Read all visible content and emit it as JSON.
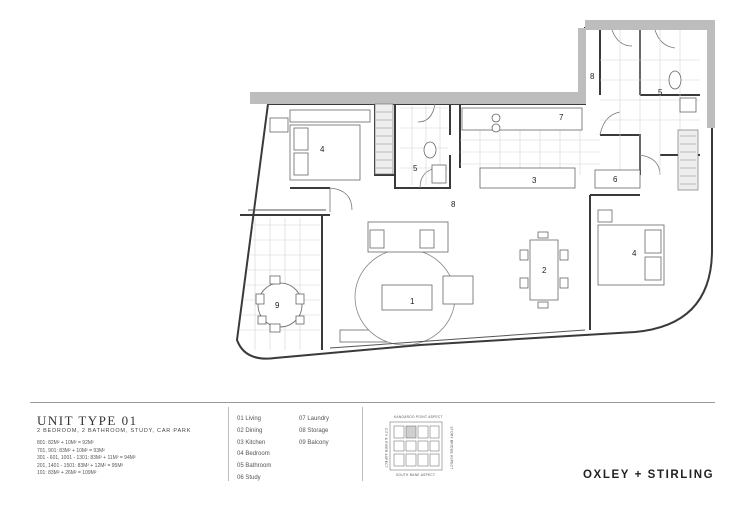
{
  "plan": {
    "room_numbers": {
      "living": "1",
      "dining": "2",
      "kitchen": "3",
      "bedroom_main": "4",
      "bedroom_second": "4",
      "bathroom_main": "5",
      "bathroom_second": "5",
      "study": "6",
      "laundry": "7",
      "storage_top": "8",
      "storage_hall": "8",
      "balcony": "9"
    }
  },
  "footer": {
    "unit_title": "UNIT TYPE 01",
    "unit_subtitle": "2 BEDROOM, 2 BATHROOM, STUDY, CAR PARK",
    "areas": [
      "801: 82M² + 10M² = 92M²",
      "701, 901: 83M² + 10M² = 93M²",
      "301 - 601, 1001 - 1301: 83M² + 11M² = 94M²",
      "201, 1401 - 1501: 83M² + 12M² = 95M²",
      "101: 83M² + 26M² = 109M²"
    ],
    "legend_col1": [
      "01 Living",
      "02 Dining",
      "03 Kitchen",
      "04 Bedroom",
      "05 Bathroom",
      "06 Study"
    ],
    "legend_col2": [
      "07 Laundry",
      "08 Storage",
      "09 Balcony"
    ],
    "keyplan": {
      "top_label": "KANGAROO POINT ASPECT",
      "bottom_label": "SOUTH BANK ASPECT",
      "left_label": "CITY & RIVER ASPECT",
      "right_label": "STORY BRIDGE ASPECT"
    },
    "brand": "OXLEY + STIRLING"
  }
}
